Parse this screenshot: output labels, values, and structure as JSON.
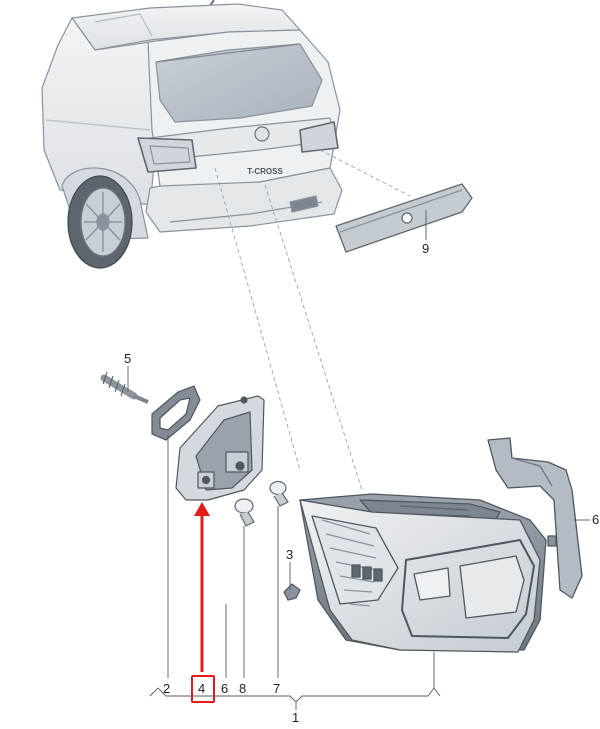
{
  "diagram": {
    "title": "",
    "callouts": {
      "c1": "1",
      "c2": "2",
      "c3": "3",
      "c4": "4",
      "c5": "5",
      "c6a": "6",
      "c6b": "6",
      "c7": "7",
      "c8": "8",
      "c9": "9"
    },
    "badge_text": "T-CROSS",
    "highlight_color": "#e21b1b",
    "line_color": "#333333"
  }
}
